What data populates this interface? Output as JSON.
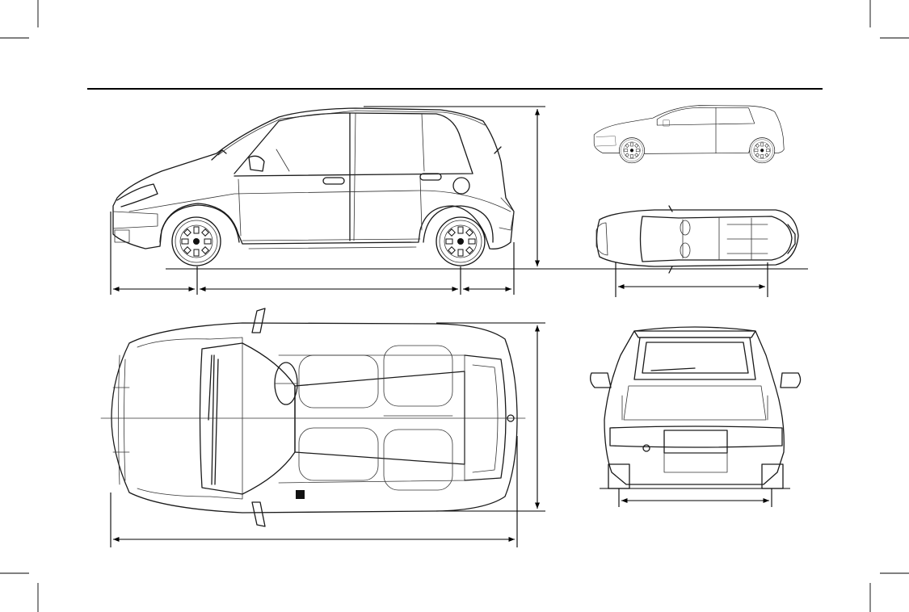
{
  "page": {
    "kind": "vehicle dimension blueprint sheet",
    "views": [
      {
        "id": "side",
        "icon": "car-side-view-icon"
      },
      {
        "id": "small-side",
        "icon": "car-side-view-small-icon"
      },
      {
        "id": "small-top",
        "icon": "car-top-view-small-icon"
      },
      {
        "id": "top",
        "icon": "car-top-view-icon"
      },
      {
        "id": "rear",
        "icon": "car-rear-view-icon"
      }
    ],
    "colors": {
      "ink": "#1a1a1a",
      "paper": "#ffffff"
    }
  }
}
